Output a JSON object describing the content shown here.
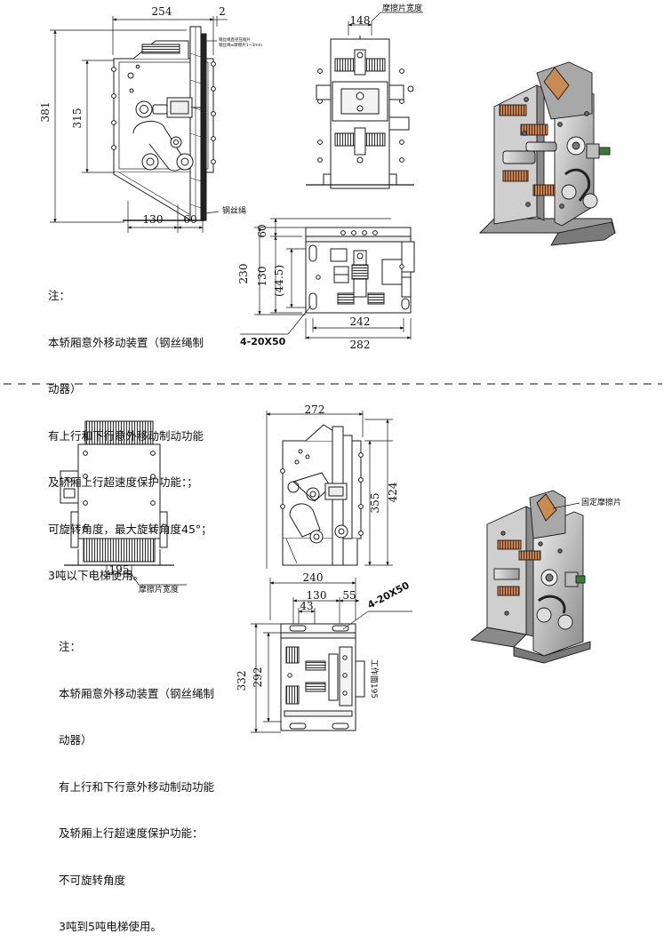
{
  "top": {
    "dims": {
      "width_254": "254",
      "gap_2": "2",
      "height_381": "381",
      "height_315": "315",
      "base_130": "130",
      "base_60": "60",
      "friction_148": "148",
      "side_60": "60",
      "side_230": "230",
      "side_130": "130",
      "side_44_5": "(44.5)",
      "bottom_242": "242",
      "bottom_282": "282",
      "holes": "4-20X50"
    },
    "callouts": {
      "friction_width": "摩擦片宽度",
      "wire_rope": "钢丝绳",
      "small_note_1": "钢丝绳直径压缩片",
      "small_note_2": "钢丝绳≤摩擦片1~3mm"
    },
    "note_lines": [
      "注：",
      "本轿厢意外移动装置（钢丝绳制",
      "动器）",
      "有上行和下行意外移动制动功能",
      "及轿厢上行超速度保护功能：；",
      "可旋转角度，最大旋转角度45°；",
      "3吨以下电梯使用。"
    ]
  },
  "bottom": {
    "dims": {
      "width_272": "272",
      "height_355": "355",
      "height_424": "424",
      "width_195": "195",
      "width_240": "240",
      "width_130": "130",
      "width_55": "55",
      "width_43": "43",
      "height_332": "332",
      "height_292": "292",
      "holes": "4-20X50",
      "work_face": "工作面195"
    },
    "callouts": {
      "friction_width": "摩擦片宽度",
      "fixed_friction": "固定摩擦片"
    },
    "note_lines": [
      "注：",
      "本轿厢意外移动装置（钢丝绳制",
      "动器）",
      "有上行和下行意外移动制动功能",
      "及轿厢上行超速度保护功能：",
      "不可旋转角度",
      "3吨到5吨电梯使用。"
    ]
  },
  "colors": {
    "line": "#1a1a1a",
    "metal_light": "#d9d9d9",
    "metal_dark": "#7a7a7a",
    "spring": "#9c4a2a",
    "accent_green": "#3a7a3a"
  }
}
